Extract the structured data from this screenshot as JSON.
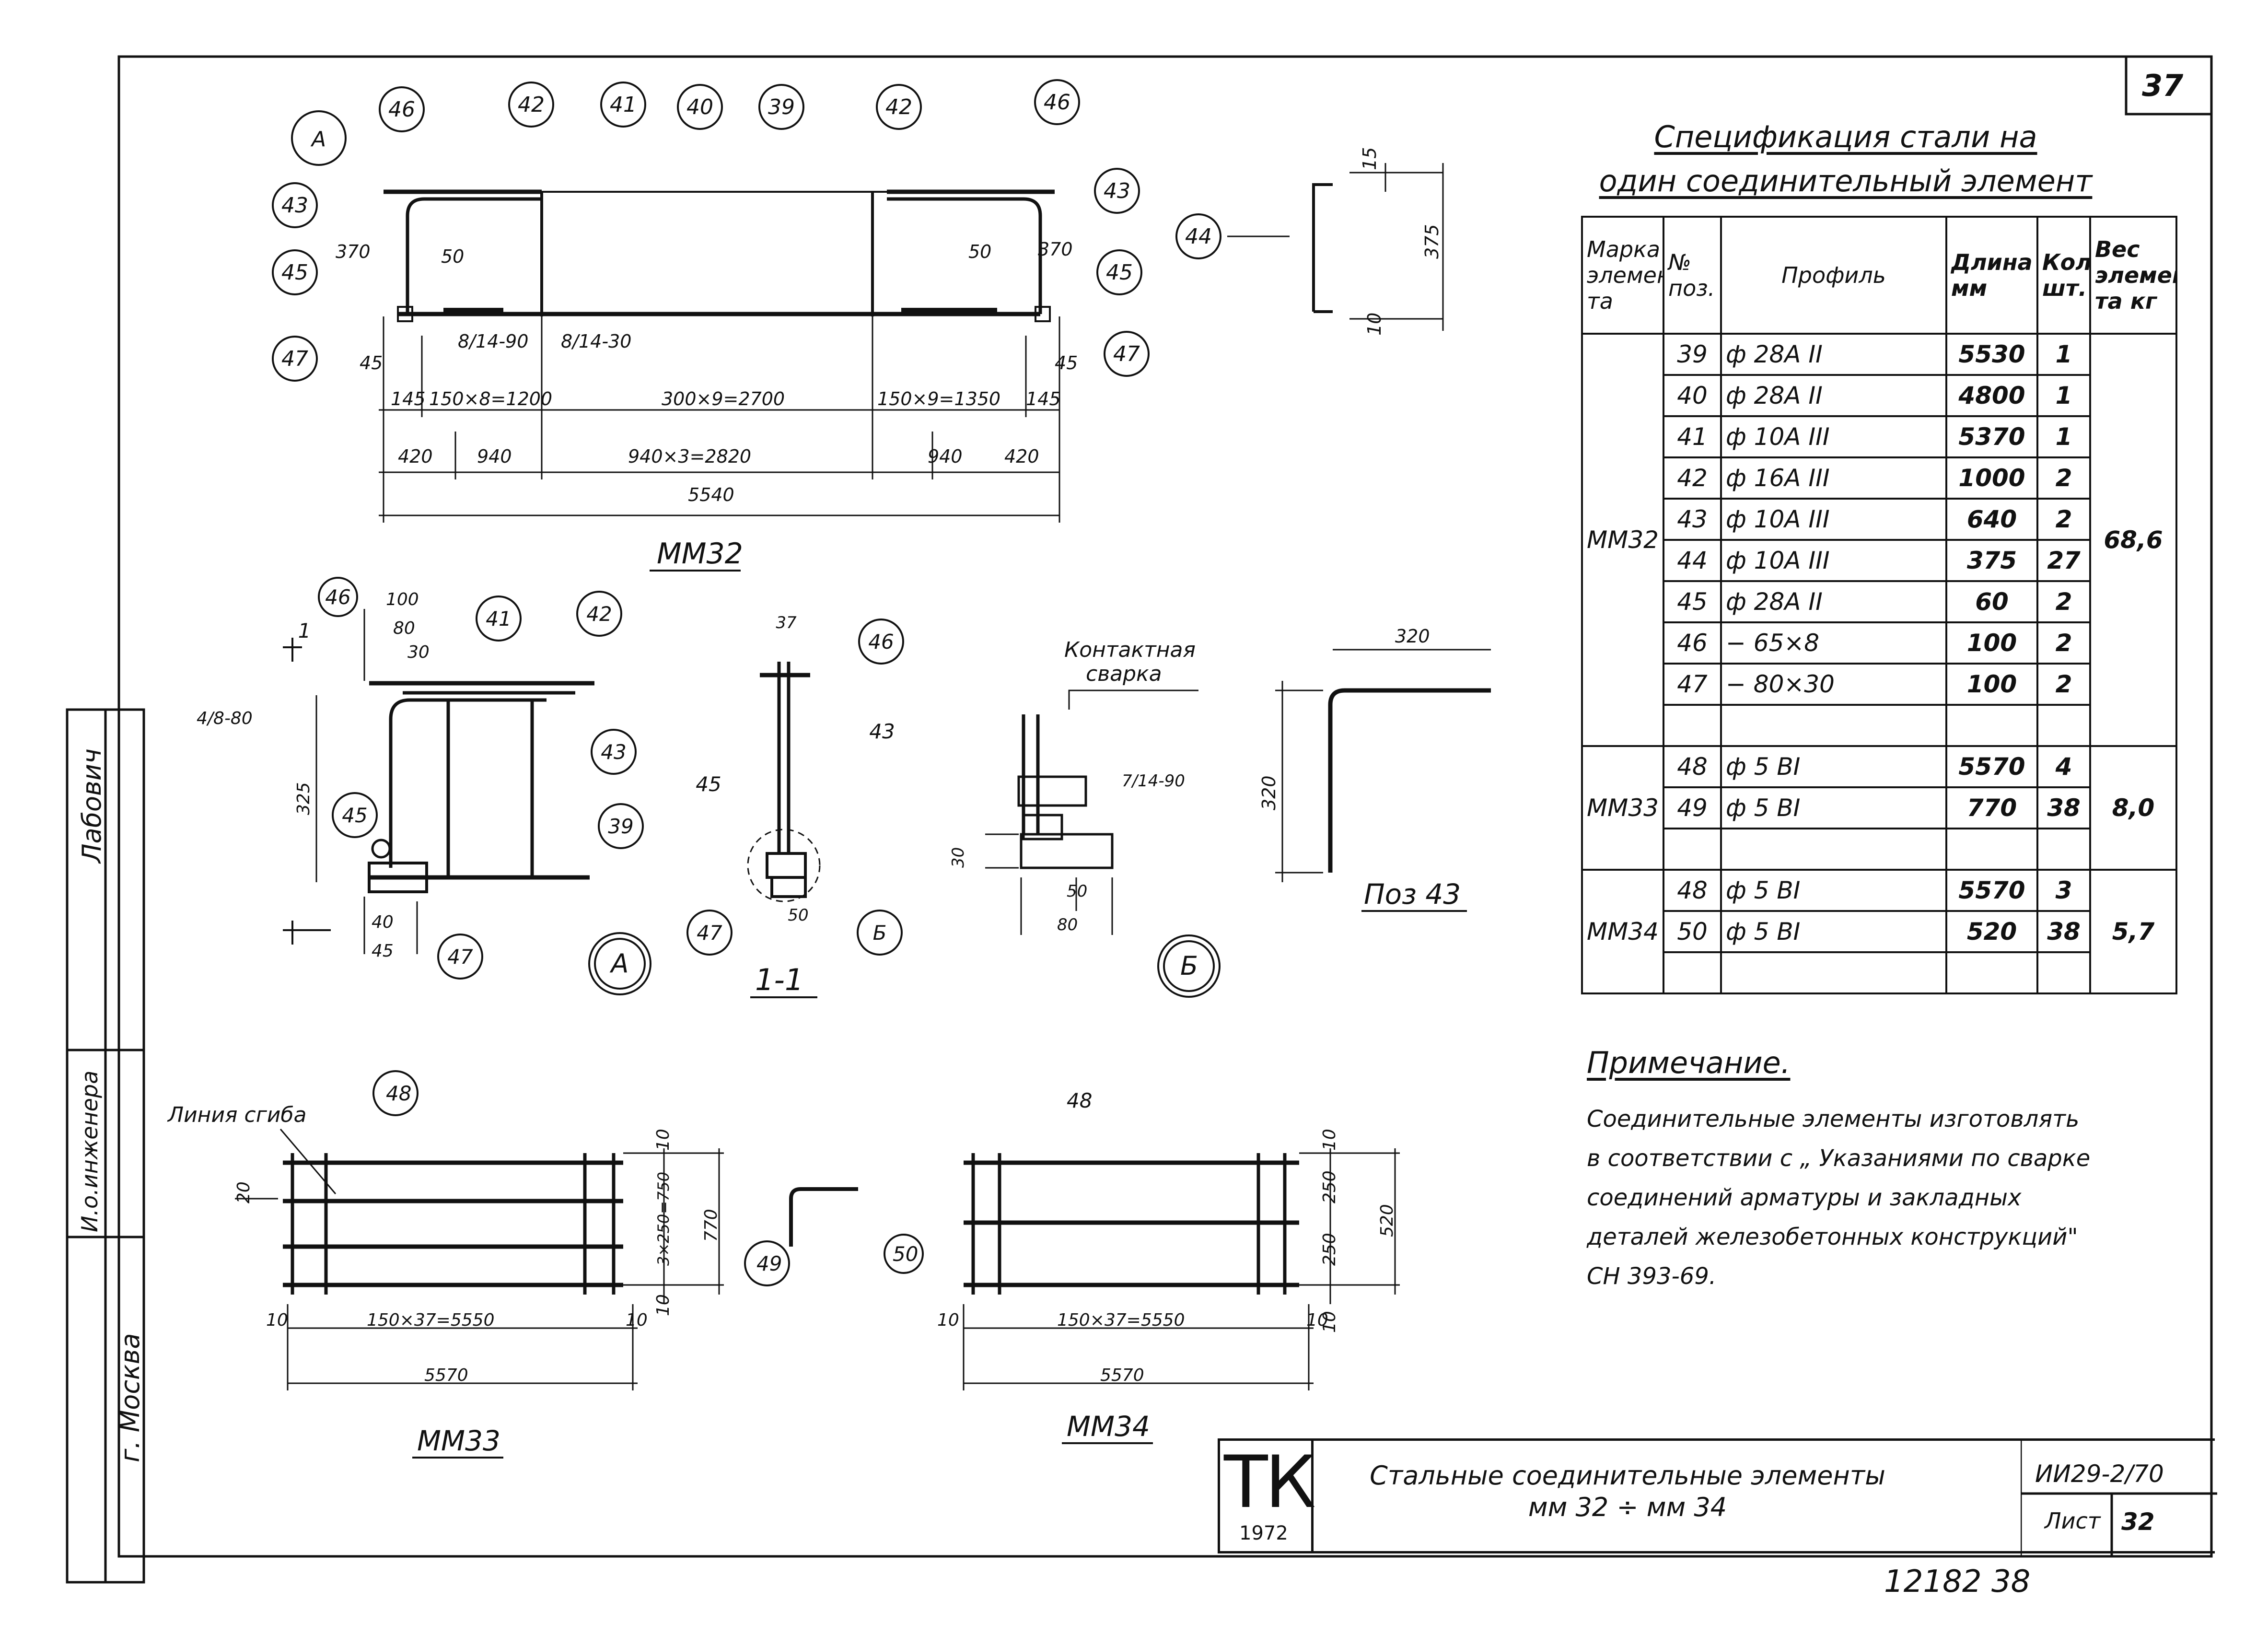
{
  "sheet": {
    "page_number": "37",
    "footer_number": "12182   38"
  },
  "views": {
    "mm32_caption": "ММ32",
    "mm33_caption": "ММ33",
    "mm34_caption": "ММ34",
    "section_caption": "1-1",
    "pos43_caption": "Поз 43",
    "contact_weld_label": "Контактная\nсварка",
    "bend_line_label": "Линия сгиба",
    "callouts_top": [
      "46",
      "42",
      "41",
      "40",
      "39",
      "42",
      "46"
    ],
    "dims_mm32": {
      "d_145a": "145",
      "d_150x8": "150×8=1200",
      "d_300x9": "300×9=2700",
      "d_150x9": "150×9=1350",
      "d_145b": "145",
      "d_420a": "420",
      "d_940a": "940",
      "d_940x3": "940×3=2820",
      "d_940b": "940",
      "d_420b": "420",
      "d_total": "5540",
      "d_370a": "370",
      "d_50a": "50",
      "d_50b": "50",
      "d_370b": "370",
      "weld_a": "8/14-90",
      "weld_b": "8/14-30",
      "d_45a": "45",
      "d_45b": "45",
      "d_375": "375",
      "d_15": "15",
      "d_10": "10"
    },
    "dims_a": {
      "d_100": "100",
      "d_80": "80",
      "d_30": "30",
      "weld": "4/8-80",
      "d_325": "325",
      "d_40": "40",
      "d_45": "45"
    },
    "dims_11": {
      "d_37": "37",
      "d_50": "50"
    },
    "dims_b": {
      "weld": "7/14-90",
      "d_30": "30",
      "d_50": "50",
      "d_80": "80"
    },
    "dims_pos43": {
      "d_320a": "320",
      "d_320b": "320"
    },
    "dims_mm33": {
      "d_10a": "10",
      "d_20": "20",
      "d_3x250": "3×250=750",
      "d_770": "770",
      "d_10b": "10",
      "d_150x37": "150×37=5550",
      "d_10c": "10",
      "d_10d": "10",
      "d_5570": "5570"
    },
    "dims_mm34": {
      "d_10a": "10",
      "d_250a": "250",
      "d_250b": "250",
      "d_520": "520",
      "d_10b": "10",
      "d_150x37": "150×37=5550",
      "d_10c": "10",
      "d_10d": "10",
      "d_5570": "5570"
    }
  },
  "spec": {
    "title_line1": "Спецификация  стали  на",
    "title_line2": "один  соединительный  элемент",
    "headers": {
      "mark": "Марка элемен та",
      "pos": "№ поз.",
      "profile": "Профиль",
      "length": "Длина мм",
      "qty": "Колич шт.",
      "weight": "Вес элемен та кг"
    },
    "groups": [
      {
        "mark": "ММ32",
        "weight": "68,6",
        "rows": [
          {
            "pos": "39",
            "profile": "ф 28А II",
            "length": "5530",
            "qty": "1"
          },
          {
            "pos": "40",
            "profile": "ф 28А II",
            "length": "4800",
            "qty": "1"
          },
          {
            "pos": "41",
            "profile": "ф 10А III",
            "length": "5370",
            "qty": "1"
          },
          {
            "pos": "42",
            "profile": "ф 16А III",
            "length": "1000",
            "qty": "2"
          },
          {
            "pos": "43",
            "profile": "ф 10А III",
            "length": "640",
            "qty": "2"
          },
          {
            "pos": "44",
            "profile": "ф 10А III",
            "length": "375",
            "qty": "27"
          },
          {
            "pos": "45",
            "profile": "ф 28А II",
            "length": "60",
            "qty": "2"
          },
          {
            "pos": "46",
            "profile": "− 65×8",
            "length": "100",
            "qty": "2"
          },
          {
            "pos": "47",
            "profile": "− 80×30",
            "length": "100",
            "qty": "2"
          }
        ]
      },
      {
        "mark": "ММ33",
        "weight": "8,0",
        "rows": [
          {
            "pos": "48",
            "profile": "ф 5 ВI",
            "length": "5570",
            "qty": "4"
          },
          {
            "pos": "49",
            "profile": "ф 5 ВI",
            "length": "770",
            "qty": "38"
          }
        ]
      },
      {
        "mark": "ММ34",
        "weight": "5,7",
        "rows": [
          {
            "pos": "48",
            "profile": "ф 5 ВI",
            "length": "5570",
            "qty": "3"
          },
          {
            "pos": "50",
            "profile": "ф 5 ВI",
            "length": "520",
            "qty": "38"
          }
        ]
      }
    ]
  },
  "note": {
    "heading": "Примечание.",
    "text": "Соединительные   элементы изготовлять\nв соответствии с „ Указаниями по сварке\nсоединений арматуры и закладных\nдеталей  железобетонных конструкций\"\nСН 393-69."
  },
  "title_block": {
    "org_mark": "ТК",
    "year": "1972",
    "name": "Стальные  соединительные  элементы\nмм 32 ÷ мм 34",
    "code": "ИИ29-2/70",
    "sheet_label": "Лист",
    "sheet_no": "32"
  },
  "stamp": {
    "city": "г. Москва",
    "role": "И.о.инженера",
    "name": "Лабович"
  }
}
